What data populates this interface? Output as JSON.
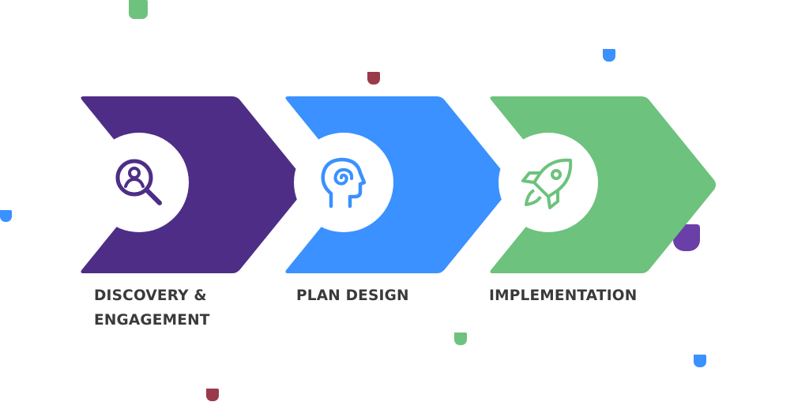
{
  "steps": [
    {
      "label": "DISCOVERY &",
      "label_line2": "ENGAGEMENT",
      "color": "#4e2d87",
      "icon": "search-person-icon"
    },
    {
      "label": "PLAN DESIGN",
      "label_line2": "",
      "color": "#3a91ff",
      "icon": "head-spiral-icon"
    },
    {
      "label": "IMPLEMENTATION",
      "label_line2": "",
      "color": "#6dc27d",
      "icon": "rocket-icon"
    }
  ],
  "decor": {
    "green": "#6dc27d",
    "blue": "#3a91ff",
    "maroon": "#9a3a4a",
    "purple": "#6a3fa8"
  }
}
